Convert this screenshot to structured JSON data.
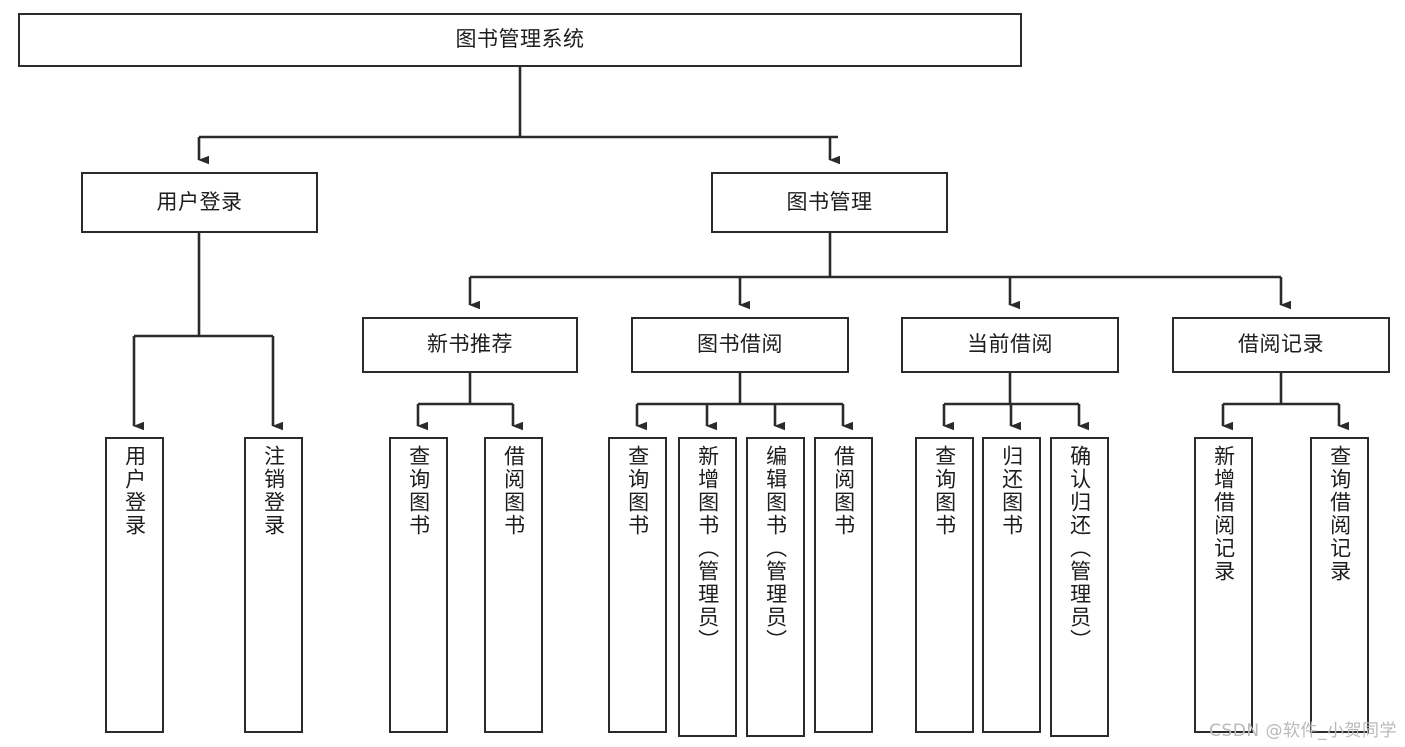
{
  "diagram": {
    "title": "图书管理系统",
    "watermark": "CSDN @软件_小贺同学",
    "colors": {
      "stroke": "#2b2b2b",
      "fill": "#ffffff",
      "text": "#1d1d1d",
      "watermark": "#b9b9b9"
    },
    "nodes": {
      "root": {
        "label": "图书管理系统",
        "level": 1,
        "orientation": "horizontal"
      },
      "l2": [
        {
          "id": "user-login",
          "label": "用户登录",
          "level": 2,
          "orientation": "horizontal"
        },
        {
          "id": "book-manage",
          "label": "图书管理",
          "level": 2,
          "orientation": "horizontal"
        }
      ],
      "l3": [
        {
          "id": "new-book-recommend",
          "label": "新书推荐",
          "level": 3,
          "orientation": "horizontal"
        },
        {
          "id": "book-borrow",
          "label": "图书借阅",
          "level": 3,
          "orientation": "horizontal"
        },
        {
          "id": "current-borrow",
          "label": "当前借阅",
          "level": 3,
          "orientation": "horizontal"
        },
        {
          "id": "borrow-record",
          "label": "借阅记录",
          "level": 3,
          "orientation": "horizontal"
        }
      ],
      "leaves": [
        {
          "id": "leaf-user-login",
          "label": "用户登录",
          "parent": "user-login",
          "orientation": "vertical"
        },
        {
          "id": "leaf-user-logout",
          "label": "注销登录",
          "parent": "user-login",
          "orientation": "vertical"
        },
        {
          "id": "leaf-query-book-1",
          "label": "查询图书",
          "parent": "new-book-recommend",
          "orientation": "vertical"
        },
        {
          "id": "leaf-borrow-book-1",
          "label": "借阅图书",
          "parent": "new-book-recommend",
          "orientation": "vertical"
        },
        {
          "id": "leaf-query-book-2",
          "label": "查询图书",
          "parent": "book-borrow",
          "orientation": "vertical"
        },
        {
          "id": "leaf-add-book",
          "label": "新增图书（管理员）",
          "parent": "book-borrow",
          "orientation": "vertical"
        },
        {
          "id": "leaf-edit-book",
          "label": "编辑图书（管理员）",
          "parent": "book-borrow",
          "orientation": "vertical"
        },
        {
          "id": "leaf-borrow-book-2",
          "label": "借阅图书",
          "parent": "book-borrow",
          "orientation": "vertical"
        },
        {
          "id": "leaf-query-book-3",
          "label": "查询图书",
          "parent": "current-borrow",
          "orientation": "vertical"
        },
        {
          "id": "leaf-return-book",
          "label": "归还图书",
          "parent": "current-borrow",
          "orientation": "vertical"
        },
        {
          "id": "leaf-confirm-return",
          "label": "确认归还（管理员）",
          "parent": "current-borrow",
          "orientation": "vertical"
        },
        {
          "id": "leaf-add-record",
          "label": "新增借阅记录",
          "parent": "borrow-record",
          "orientation": "vertical"
        },
        {
          "id": "leaf-query-record",
          "label": "查询借阅记录",
          "parent": "borrow-record",
          "orientation": "vertical"
        }
      ]
    }
  }
}
